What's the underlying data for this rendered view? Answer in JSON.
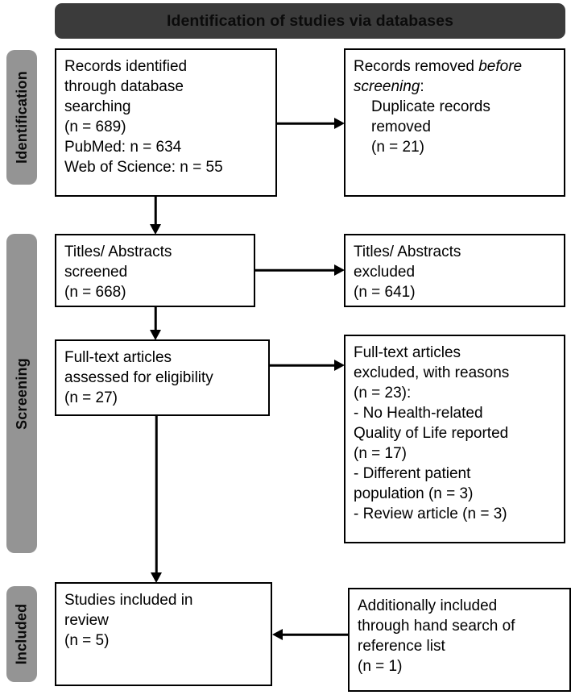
{
  "banner": {
    "title": "Identification of studies via databases"
  },
  "stages": [
    {
      "id": "identification",
      "label": "Identification"
    },
    {
      "id": "screening",
      "label": "Screening"
    },
    {
      "id": "included",
      "label": "Included"
    }
  ],
  "boxes": {
    "records_identified": {
      "lines": [
        "Records identified",
        "through database",
        "searching",
        "(n = 689)",
        "PubMed: n = 634",
        "Web of Science: n = 55"
      ]
    },
    "records_removed": {
      "line1_prefix": "Records removed ",
      "line1_italic": "before",
      "line2_italic": "screening",
      "line2_suffix": ":",
      "line3": "Duplicate records",
      "line4": "removed",
      "line5": "(n = 21)"
    },
    "titles_screened": {
      "lines": [
        "Titles/ Abstracts",
        "screened",
        "(n = 668)"
      ]
    },
    "titles_excluded": {
      "lines": [
        "Titles/ Abstracts",
        "excluded",
        "(n = 641)"
      ]
    },
    "fulltext_assessed": {
      "lines": [
        "Full-text articles",
        "assessed for eligibility",
        "(n = 27)"
      ]
    },
    "fulltext_excluded": {
      "lines": [
        "Full-text articles",
        "excluded, with reasons",
        "(n = 23):",
        "- No Health-related",
        "Quality of Life reported",
        "(n = 17)",
        "- Different patient",
        "population (n = 3)",
        "- Review article (n = 3)"
      ]
    },
    "studies_included": {
      "lines": [
        "Studies included in",
        "review",
        "(n = 5)"
      ]
    },
    "additional_included": {
      "lines": [
        "Additionally included",
        "through hand search of",
        "reference list",
        "(n = 1)"
      ]
    }
  },
  "arrows": [
    {
      "id": "row1-right",
      "direction": "right"
    },
    {
      "id": "row2-right",
      "direction": "right"
    },
    {
      "id": "row3-right",
      "direction": "right"
    },
    {
      "id": "row4-left",
      "direction": "left"
    },
    {
      "id": "r1-to-r2",
      "direction": "down"
    },
    {
      "id": "r2-to-r3",
      "direction": "down"
    },
    {
      "id": "r3-to-r4",
      "direction": "down"
    }
  ],
  "colors": {
    "banner_bg": "#3b3b3b",
    "stage_bg": "#949494",
    "box_border": "#000000",
    "text": "#000000",
    "page_bg": "#ffffff"
  }
}
